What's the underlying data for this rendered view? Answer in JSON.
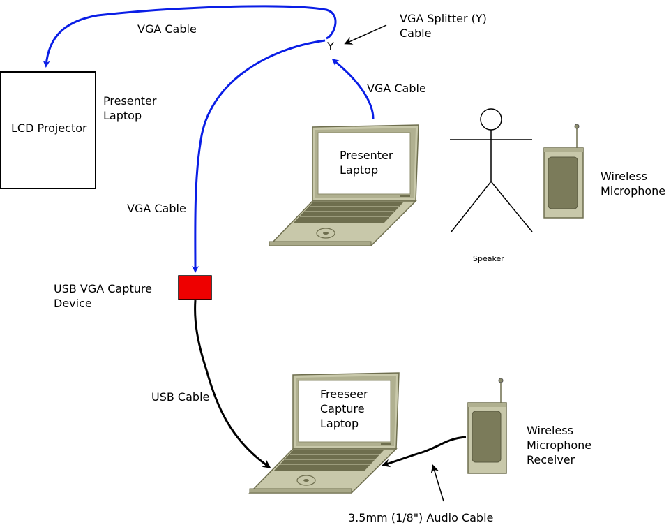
{
  "labels": {
    "vga_cable_top": "VGA Cable",
    "splitter_line1": "VGA Splitter (Y)",
    "splitter_line2": "Cable",
    "splitter_symbol": "Y",
    "projector": "LCD Projector",
    "presenter_side_line1": "Presenter",
    "presenter_side_line2": "Laptop",
    "vga_cable_right": "VGA Cable",
    "presenter_screen_line1": "Presenter",
    "presenter_screen_line2": "Laptop",
    "wireless_mic_line1": "Wireless",
    "wireless_mic_line2": "Microphone",
    "speaker": "Speaker",
    "vga_cable_left": "VGA Cable",
    "capture_device_line1": "USB VGA Capture",
    "capture_device_line2": "Device",
    "usb_cable": "USB Cable",
    "freeseer_line1": "Freeseer",
    "freeseer_line2": "Capture",
    "freeseer_line3": "Laptop",
    "receiver_line1": "Wireless",
    "receiver_line2": "Microphone",
    "receiver_line3": "Receiver",
    "audio_cable": "3.5mm (1/8\") Audio Cable"
  },
  "colors": {
    "vga_cable": "#0a1ee6",
    "usb_cable": "#000000",
    "capture_device": "#ee0000",
    "laptop_body": "#c8c8aa",
    "laptop_dark": "#6e6e4e",
    "device_body": "#c8c8aa",
    "device_panel": "#7b7b5a"
  }
}
